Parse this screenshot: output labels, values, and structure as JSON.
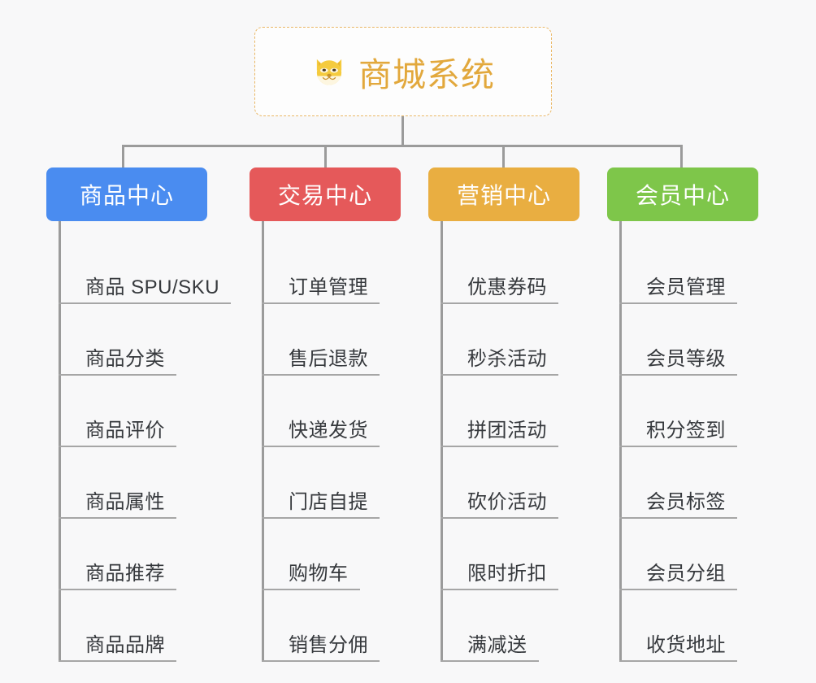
{
  "diagram": {
    "type": "org-chart",
    "background_color": "#f8f8f9",
    "root": {
      "title": "商城系统",
      "icon": "shiba-dog-face-emoji",
      "text_color": "#e2a83c",
      "border_color": "#eab765",
      "border_style": "dashed"
    },
    "connector_color": "#9b9b9b",
    "leaf_underline_color": "#a6a6a6",
    "leaf_text_color": "#36393d",
    "columns": [
      {
        "header": "商品中心",
        "color": "#4a8cf0",
        "items": [
          "商品 SPU/SKU",
          "商品分类",
          "商品评价",
          "商品属性",
          "商品推荐",
          "商品品牌"
        ]
      },
      {
        "header": "交易中心",
        "color": "#e5595a",
        "items": [
          "订单管理",
          "售后退款",
          "快递发货",
          "门店自提",
          "购物车",
          "销售分佣"
        ]
      },
      {
        "header": "营销中心",
        "color": "#e9ae41",
        "items": [
          "优惠券码",
          "秒杀活动",
          "拼团活动",
          "砍价活动",
          "限时折扣",
          "满减送"
        ]
      },
      {
        "header": "会员中心",
        "color": "#7ec64a",
        "items": [
          "会员管理",
          "会员等级",
          "积分签到",
          "会员标签",
          "会员分组",
          "收货地址"
        ]
      }
    ]
  }
}
